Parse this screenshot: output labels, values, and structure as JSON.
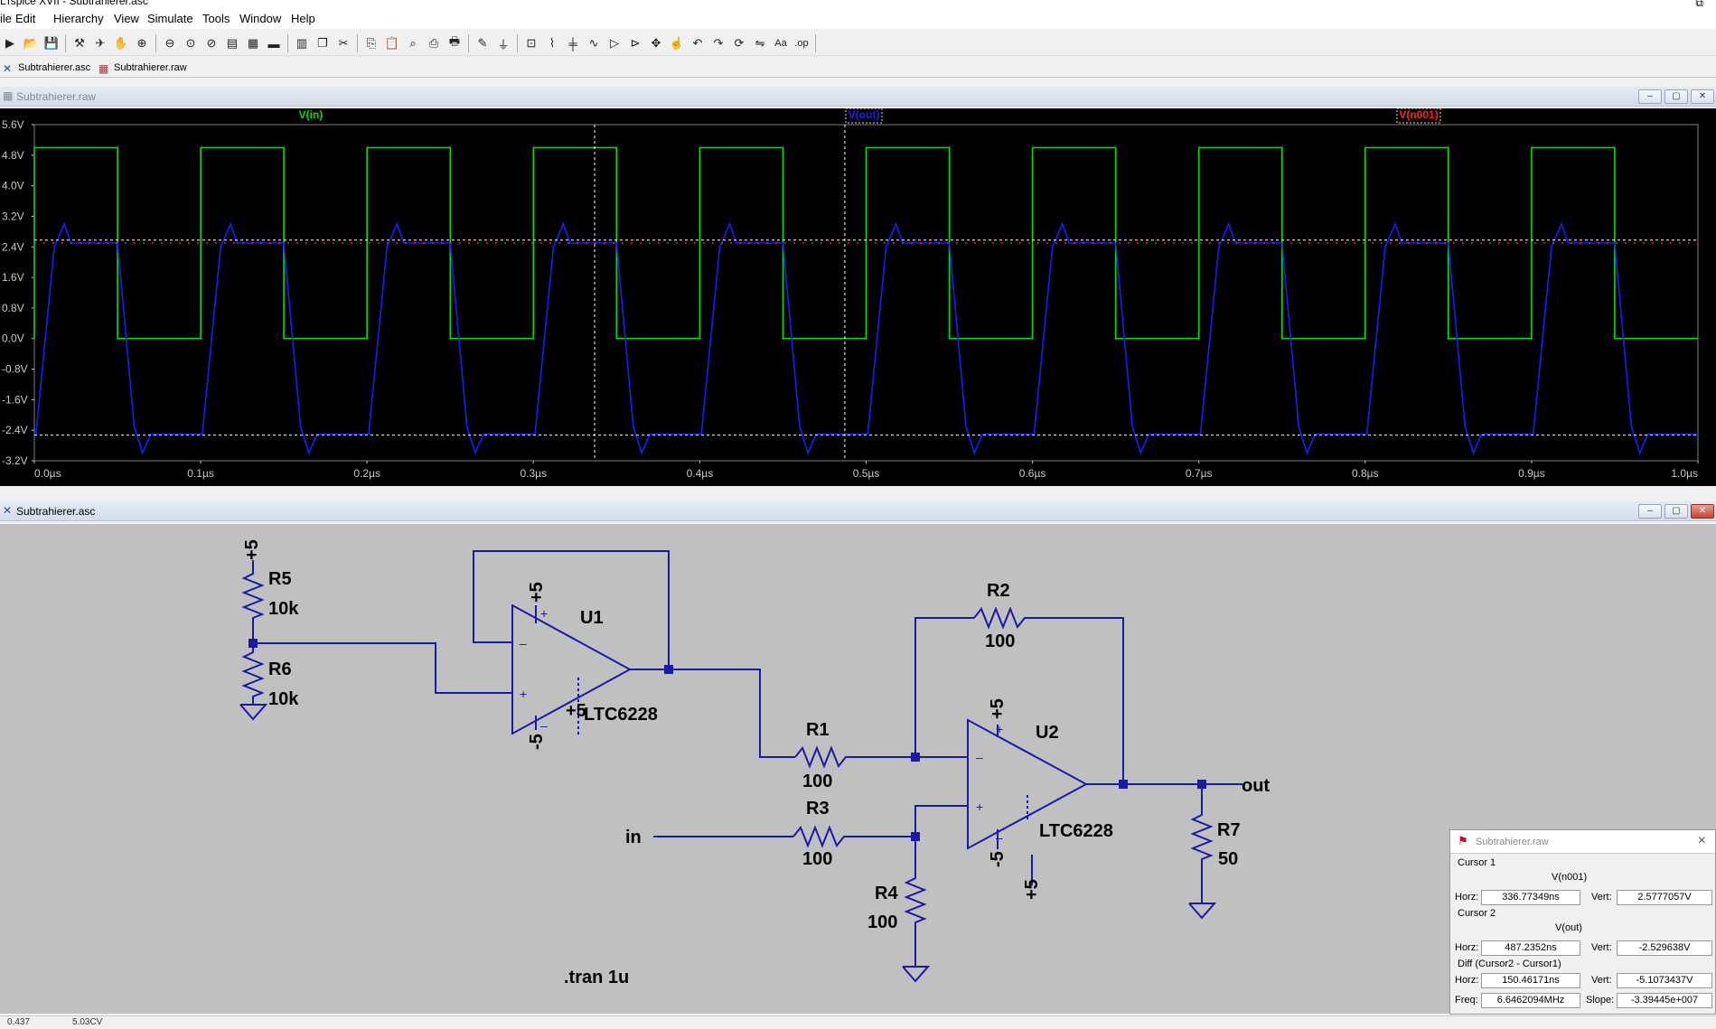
{
  "app": {
    "title": "LTspice XVII - Subtrahierer.asc"
  },
  "menu": [
    "ile",
    "Edit",
    "Hierarchy",
    "View",
    "Simulate",
    "Tools",
    "Window",
    "Help"
  ],
  "toolbar_icons": [
    "new-schematic-icon",
    "open-icon",
    "save-icon",
    "control-panel-icon",
    "run-icon",
    "halt-icon",
    "zoom-in-icon",
    "zoom-out-icon",
    "zoom-full-icon",
    "zoom-cancel-icon",
    "autorange-icon",
    "grid-icon",
    "tile-horizontal-icon",
    "tile-vertical-icon",
    "cascade-icon",
    "cut-icon",
    "copy-icon",
    "paste-icon",
    "find-icon",
    "print-setup-icon",
    "print-icon",
    "wire-icon",
    "ground-icon",
    "label-icon",
    "resistor-icon",
    "capacitor-icon",
    "inductor-icon",
    "diode-icon",
    "component-icon",
    "move-icon",
    "drag-icon",
    "undo-icon",
    "redo-icon",
    "rotate-icon",
    "mirror-icon",
    "text-icon",
    "spice-directive-icon"
  ],
  "tabs": [
    {
      "label": "Subtrahierer.asc",
      "icon": "schematic-icon"
    },
    {
      "label": "Subtrahierer.raw",
      "icon": "waveform-icon"
    }
  ],
  "plot_window": {
    "title": "Subtrahierer.raw",
    "traces": [
      {
        "label": "V(in)",
        "color": "#00e000"
      },
      {
        "label": "V(out)",
        "color": "#1c1cff"
      },
      {
        "label": "V(n001)",
        "color": "#ff2020"
      }
    ]
  },
  "schematic_window": {
    "title": "Subtrahierer.asc",
    "labels": {
      "vcc_r5": "+5",
      "r5": "R5",
      "r5v": "10k",
      "r6": "R6",
      "r6v": "10k",
      "u1": "U1",
      "u1p": "LTC6228",
      "u1vp": "+5",
      "u1vm": "-5",
      "u1sh": "+5",
      "r2": "R2",
      "r2v": "100",
      "r1": "R1",
      "r1v": "100",
      "r3": "R3",
      "r3v": "100",
      "r4": "R4",
      "r4v": "100",
      "u2": "U2",
      "u2p": "LTC6228",
      "u2vp": "+5",
      "u2vm": "-5",
      "u2sh": "+5",
      "r7": "R7",
      "r7v": "50",
      "in": "in",
      "out": "out",
      "directive": ".tran 1u"
    }
  },
  "cursor_panel": {
    "title": "Subtrahierer.raw",
    "cursor1": {
      "label": "Cursor 1",
      "trace": "V(n001)",
      "horz_label": "Horz:",
      "horz": "336.77349ns",
      "vert_label": "Vert:",
      "vert": "2.5777057V"
    },
    "cursor2": {
      "label": "Cursor 2",
      "trace": "V(out)",
      "horz_label": "Horz:",
      "horz": "487.2352ns",
      "vert_label": "Vert:",
      "vert": "-2.529638V"
    },
    "diff": {
      "label": "Diff (Cursor2 - Cursor1)",
      "horz_label": "Horz:",
      "horz": "150.46171ns",
      "vert_label": "Vert:",
      "vert": "-5.1073437V",
      "freq_label": "Freq:",
      "freq": "6.6462094MHz",
      "slope_label": "Slope:",
      "slope": "-3.39445e+007"
    }
  },
  "status": {
    "left": "0.437",
    "right": "5.03CV"
  },
  "chart_data": {
    "type": "line",
    "x_ticks": [
      "0.0µs",
      "0.1µs",
      "0.2µs",
      "0.3µs",
      "0.4µs",
      "0.5µs",
      "0.6µs",
      "0.7µs",
      "0.8µs",
      "0.9µs",
      "1.0µs"
    ],
    "y_ticks": [
      "5.6V",
      "4.8V",
      "4.0V",
      "3.2V",
      "2.4V",
      "1.6V",
      "0.8V",
      "0.0V",
      "-0.8V",
      "-1.6V",
      "-2.4V",
      "-3.2V"
    ],
    "xlim": [
      0,
      1.0
    ],
    "ylim": [
      -3.2,
      5.6
    ],
    "x_unit": "µs",
    "series": [
      {
        "name": "V(in)",
        "color": "#00e000",
        "x": [
          0.0,
          0.0,
          0.05,
          0.05,
          0.1,
          0.1,
          0.15,
          0.15,
          0.2,
          0.2,
          0.25,
          0.25,
          0.3,
          0.3,
          0.35,
          0.35,
          0.4,
          0.4,
          0.45,
          0.45,
          0.5,
          0.5,
          0.55,
          0.55,
          0.6,
          0.6,
          0.65,
          0.65,
          0.7,
          0.7,
          0.75,
          0.75,
          0.8,
          0.8,
          0.85,
          0.85,
          0.9,
          0.9,
          0.95,
          0.95,
          1.0
        ],
        "y": [
          0,
          5,
          5,
          0,
          0,
          5,
          5,
          0,
          0,
          5,
          5,
          0,
          0,
          5,
          5,
          0,
          0,
          5,
          5,
          0,
          0,
          5,
          5,
          0,
          0,
          5,
          5,
          0,
          0,
          5,
          5,
          0,
          0,
          5,
          5,
          0,
          0,
          5,
          5,
          0,
          0
        ]
      },
      {
        "name": "V(out)",
        "color": "#1c1cff",
        "x": [
          0.0,
          0.001,
          0.012,
          0.018,
          0.022,
          0.04,
          0.05,
          0.06,
          0.065,
          0.07,
          0.08,
          0.1,
          0.101,
          0.112,
          0.118,
          0.122,
          0.14,
          0.15,
          0.16,
          0.165,
          0.17,
          0.18,
          0.2,
          0.201,
          0.212,
          0.218,
          0.222,
          0.24,
          0.25,
          0.26,
          0.265,
          0.27,
          0.28,
          0.3,
          0.301,
          0.312,
          0.318,
          0.322,
          0.34,
          0.35,
          0.36,
          0.365,
          0.37,
          0.38,
          0.4,
          0.401,
          0.412,
          0.418,
          0.422,
          0.44,
          0.45,
          0.46,
          0.465,
          0.47,
          0.48,
          0.5,
          0.501,
          0.512,
          0.518,
          0.522,
          0.54,
          0.55,
          0.56,
          0.565,
          0.57,
          0.58,
          0.6,
          0.601,
          0.612,
          0.618,
          0.622,
          0.64,
          0.65,
          0.66,
          0.665,
          0.67,
          0.68,
          0.7,
          0.701,
          0.712,
          0.718,
          0.722,
          0.74,
          0.75,
          0.76,
          0.765,
          0.77,
          0.78,
          0.8,
          0.801,
          0.812,
          0.818,
          0.822,
          0.84,
          0.85,
          0.86,
          0.865,
          0.87,
          0.88,
          0.9,
          0.901,
          0.912,
          0.918,
          0.922,
          0.94,
          0.95,
          0.96,
          0.965,
          0.97,
          0.98,
          1.0
        ],
        "y": [
          -2.5,
          -2.5,
          2.4,
          3.0,
          2.5,
          2.5,
          2.5,
          -2.3,
          -3.0,
          -2.5,
          -2.5,
          -2.5,
          -2.5,
          2.4,
          3.0,
          2.5,
          2.5,
          2.5,
          -2.3,
          -3.0,
          -2.5,
          -2.5,
          -2.5,
          -2.5,
          2.4,
          3.0,
          2.5,
          2.5,
          2.5,
          -2.3,
          -3.0,
          -2.5,
          -2.5,
          -2.5,
          -2.5,
          2.4,
          3.0,
          2.5,
          2.5,
          2.5,
          -2.3,
          -3.0,
          -2.5,
          -2.5,
          -2.5,
          -2.5,
          2.4,
          3.0,
          2.5,
          2.5,
          2.5,
          -2.3,
          -3.0,
          -2.5,
          -2.5,
          -2.5,
          -2.5,
          2.4,
          3.0,
          2.5,
          2.5,
          2.5,
          -2.3,
          -3.0,
          -2.5,
          -2.5,
          -2.5,
          -2.5,
          2.4,
          3.0,
          2.5,
          2.5,
          2.5,
          -2.3,
          -3.0,
          -2.5,
          -2.5,
          -2.5,
          -2.5,
          2.4,
          3.0,
          2.5,
          2.5,
          2.5,
          -2.3,
          -3.0,
          -2.5,
          -2.5,
          -2.5,
          -2.5,
          2.4,
          3.0,
          2.5,
          2.5,
          2.5,
          -2.3,
          -3.0,
          -2.5,
          -2.5,
          -2.5,
          -2.5,
          2.4,
          3.0,
          2.5,
          2.5,
          2.5,
          -2.3,
          -3.0,
          -2.5,
          -2.5,
          -2.5
        ]
      },
      {
        "name": "V(n001)",
        "color": "#ff2020",
        "x": [
          0.0,
          1.0
        ],
        "y": [
          2.5,
          2.5
        ]
      }
    ],
    "cursors": [
      {
        "x": 0.3368,
        "y": 2.5777
      },
      {
        "x": 0.4872,
        "y": -2.5296
      }
    ],
    "grid": false
  }
}
